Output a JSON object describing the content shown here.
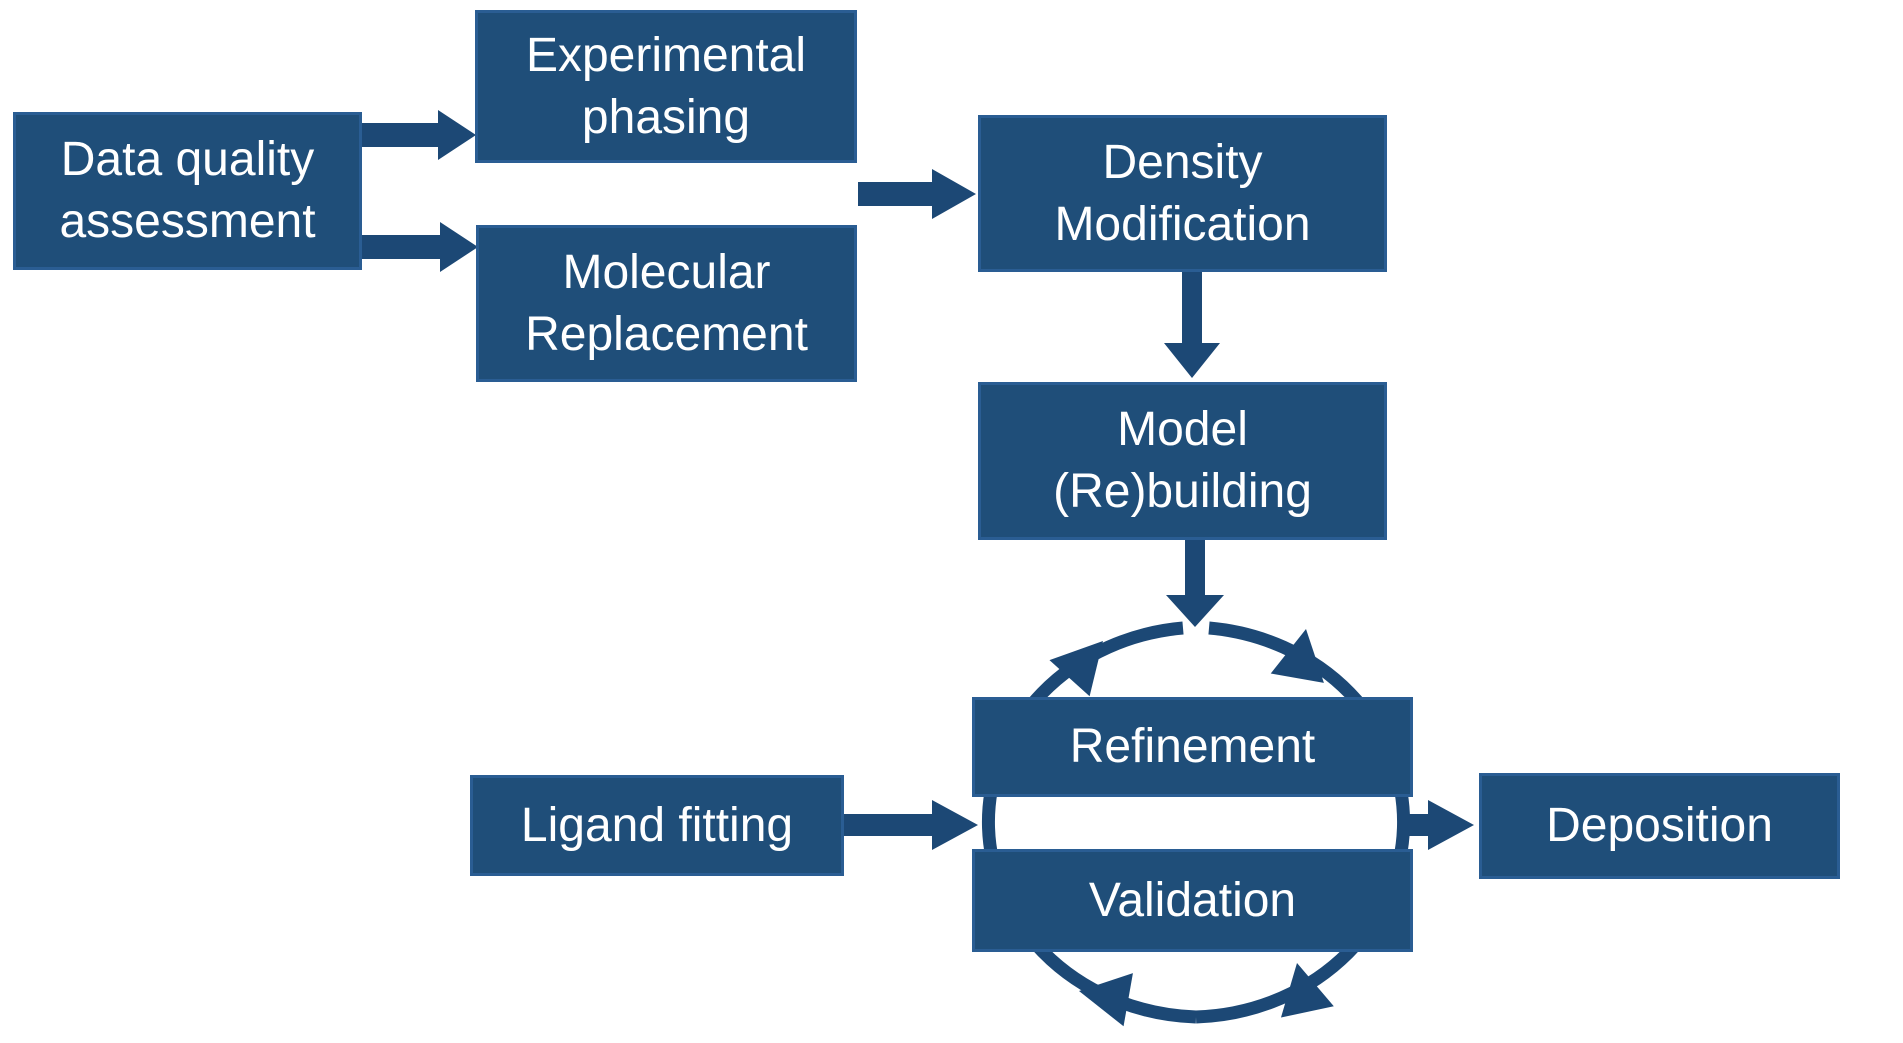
{
  "diagram": {
    "type": "flowchart",
    "nodes": {
      "data_quality": {
        "label": "Data quality\nassessment"
      },
      "experimental": {
        "label": "Experimental\nphasing"
      },
      "molecular": {
        "label": "Molecular\nReplacement"
      },
      "density": {
        "label": "Density\nModification"
      },
      "model": {
        "label": "Model\n(Re)building"
      },
      "refinement": {
        "label": "Refinement"
      },
      "validation": {
        "label": "Validation"
      },
      "ligand": {
        "label": "Ligand fitting"
      },
      "deposition": {
        "label": "Deposition"
      }
    },
    "edges": [
      "data_quality -> experimental",
      "data_quality -> molecular",
      "phasing -> density",
      "density -> model",
      "model -> refinement/validation cycle",
      "ligand -> refinement/validation cycle",
      "refinement/validation cycle -> deposition",
      "refinement <-> validation (cycle)"
    ]
  },
  "colors": {
    "box_fill": "#1F4E79",
    "box_border": "#2A5D93",
    "arrow": "#1C4875",
    "text": "#FFFFFF",
    "background": "#FFFFFF"
  }
}
